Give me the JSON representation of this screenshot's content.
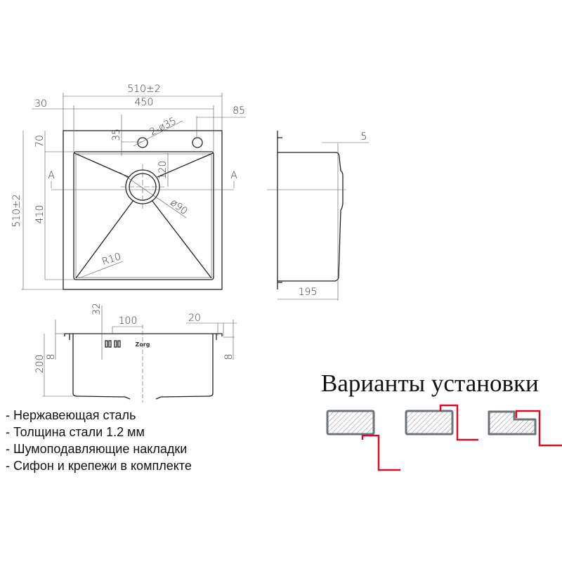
{
  "top_view": {
    "dims": {
      "overall_width": "510±2",
      "bowl_width": "450",
      "left_margin": "30",
      "right_margin": "85",
      "hole_offset": "35",
      "holes": "2-ø35",
      "top_margin": "70",
      "drain_offset": "120",
      "drain_diameter": "ø90",
      "bowl_length": "410",
      "overall_length": "510±2",
      "corner_radius": "R10",
      "section_left": "A",
      "section_right": "A"
    }
  },
  "side_view": {
    "dims": {
      "flange": "5",
      "depth": "195"
    }
  },
  "front_view": {
    "dims": {
      "overflow_height": "32",
      "overflow_offset": "100",
      "rim_width": "20",
      "rim_left": "8",
      "depth": "200",
      "rim_right": "8"
    },
    "logo": "Zorg"
  },
  "features": [
    "- Нержавеющая сталь",
    "- Толщина стали 1.2 мм",
    "- Шумоподавляющие накладки",
    "- Сифон и крепежи в комплекте"
  ],
  "install_variants": {
    "title": "Варианты установки",
    "accent_color": "#d0102a",
    "count": 3
  }
}
